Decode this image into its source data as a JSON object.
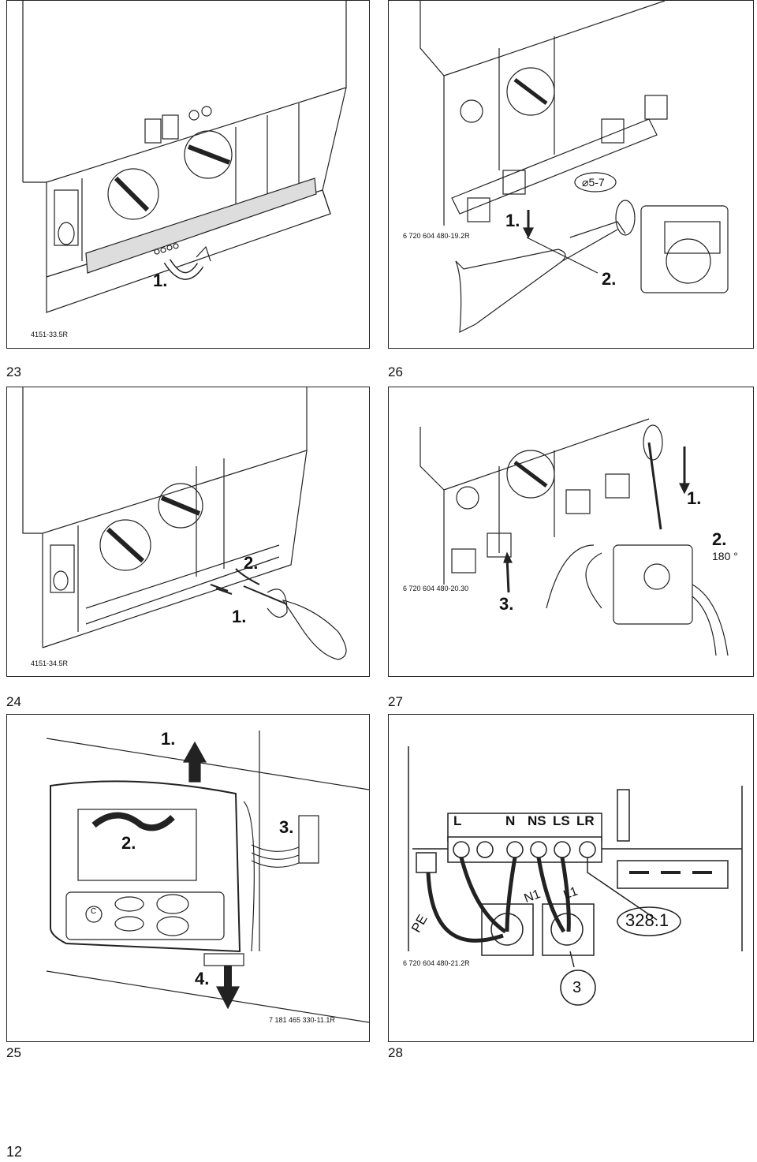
{
  "page_number": "12",
  "figures": [
    {
      "number": "23",
      "code": "4151-33.5R",
      "steps": [
        "1."
      ]
    },
    {
      "number": "26",
      "code": "6 720 604 480-19.2R",
      "steps": [
        "1.",
        "2."
      ],
      "label": "5-7"
    },
    {
      "number": "24",
      "code": "4151-34.5R",
      "steps": [
        "1.",
        "2."
      ]
    },
    {
      "number": "27",
      "code": "6 720 604 480-20.30",
      "steps": [
        "1.",
        "2.",
        "3."
      ],
      "label": "180 °"
    },
    {
      "number": "25",
      "code": "7 181 465 330-11.1R",
      "steps": [
        "1.",
        "2.",
        "3.",
        "4."
      ],
      "label": "C"
    },
    {
      "number": "28",
      "code": "6 720 604 480-21.2R",
      "terminals": [
        "L",
        "N",
        "NS",
        "LS",
        "LR"
      ],
      "labels": {
        "pe": "PE",
        "n1": "N1",
        "l1": "L1",
        "part": "328.1",
        "callout": "3"
      }
    }
  ]
}
